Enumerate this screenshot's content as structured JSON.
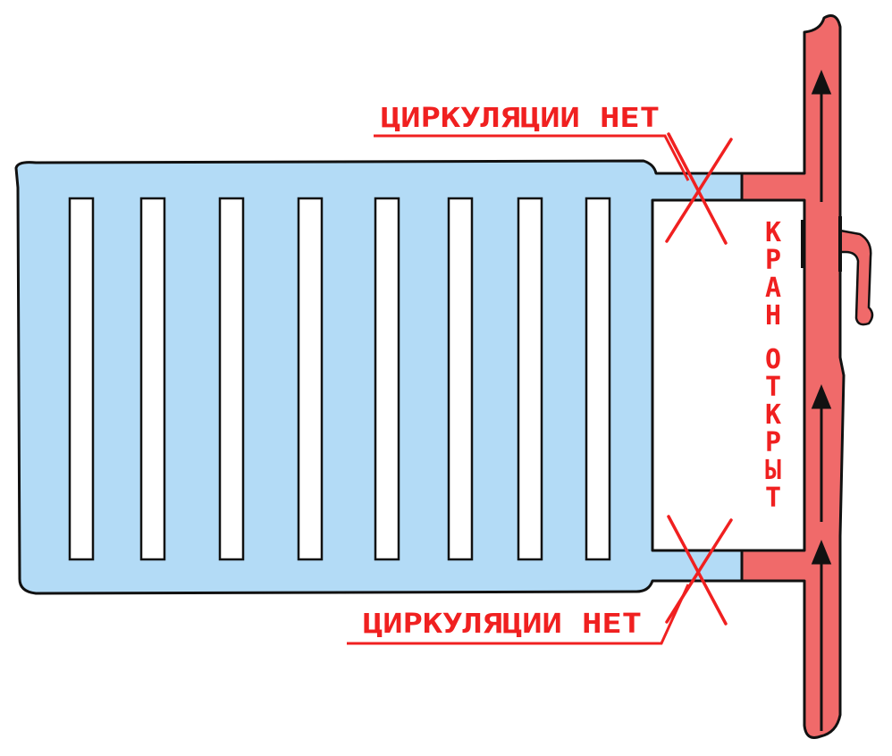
{
  "labels": {
    "top": "ЦИРКУЛЯЦИИ НЕТ",
    "bottom": "ЦИРКУЛЯЦИИ НЕТ",
    "valve": [
      "К",
      "Р",
      "А",
      "Н",
      " ",
      "О",
      "Т",
      "К",
      "Р",
      "Ы",
      "Т"
    ]
  },
  "colors": {
    "radiator": "#b3dbf6",
    "pipe": "#f06a6a",
    "label": "#f02020",
    "outline": "#111111"
  },
  "icons": [
    "cross-mark-icon",
    "flow-arrow-icon",
    "valve-handle-icon"
  ]
}
